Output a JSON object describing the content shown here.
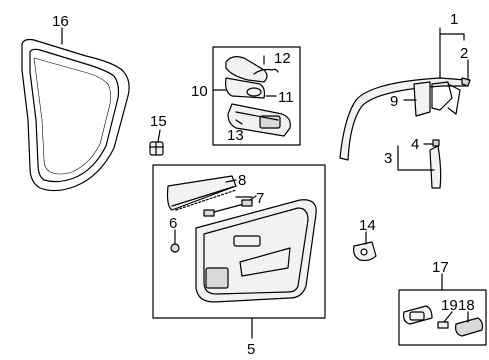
{
  "callouts": {
    "n1": "1",
    "n2": "2",
    "n3": "3",
    "n4": "4",
    "n5": "5",
    "n6": "6",
    "n7": "7",
    "n8": "8",
    "n9": "9",
    "n10": "10",
    "n11": "11",
    "n12": "12",
    "n13": "13",
    "n14": "14",
    "n15": "15",
    "n16": "16",
    "n17": "17",
    "n18": "18",
    "n19": "19"
  },
  "colors": {
    "line": "#000000",
    "background": "#ffffff",
    "part_fill": "#f2f2f2",
    "part_shade": "#d9d9d9"
  }
}
